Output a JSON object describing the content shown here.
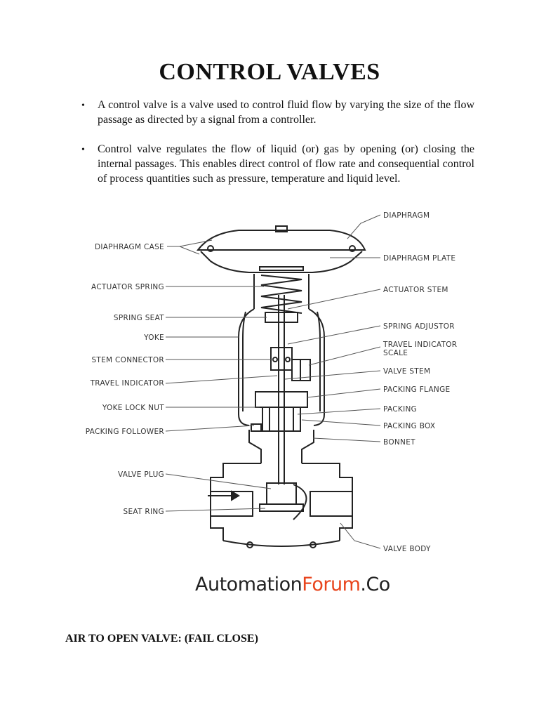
{
  "document": {
    "title": "CONTROL VALVES",
    "bullets": [
      "A control valve is a valve used to control fluid flow by varying the size of the flow passage as directed by a signal from a controller.",
      "Control valve regulates the flow of liquid (or) gas by opening (or) closing the internal passages. This enables direct control of flow rate and consequential control of process quantities such as pressure, temperature and liquid level."
    ],
    "footer_heading": "AIR TO OPEN VALVE: (FAIL CLOSE)"
  },
  "diagram": {
    "labels_left": [
      "DIAPHRAGM CASE",
      "ACTUATOR SPRING",
      "SPRING SEAT",
      "YOKE",
      "STEM CONNECTOR",
      "TRAVEL INDICATOR",
      "YOKE LOCK NUT",
      "PACKING FOLLOWER",
      "VALVE PLUG",
      "SEAT RING"
    ],
    "labels_right": [
      "DIAPHRAGM",
      "DIAPHRAGM PLATE",
      "ACTUATOR STEM",
      "SPRING ADJUSTOR",
      "TRAVEL INDICATOR",
      "SCALE",
      "VALVE STEM",
      "PACKING FLANGE",
      "PACKING",
      "PACKING BOX",
      "BONNET",
      "VALVE BODY"
    ]
  },
  "brand": {
    "part1": "Automation",
    "part2": "Forum",
    "part3": ".Co",
    "color_main": "#222222",
    "color_accent": "#e8441c"
  }
}
